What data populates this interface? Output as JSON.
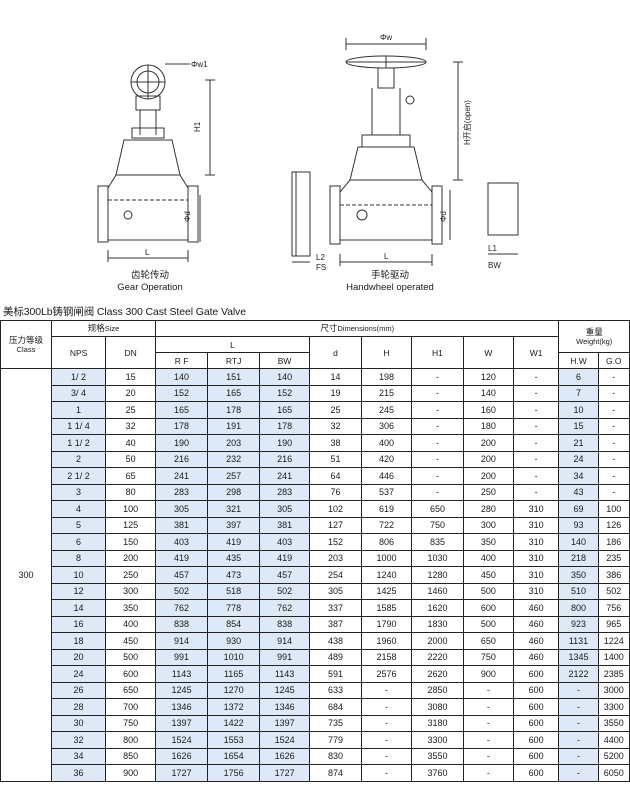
{
  "drawings": {
    "gear": {
      "caption_cn": "齿轮传动",
      "caption_en": "Gear Operation",
      "dim_w1": "Φw1",
      "dim_h1": "H1",
      "dim_d": "Φd",
      "dim_l": "L"
    },
    "hand": {
      "caption_cn": "手轮驱动",
      "caption_en": "Handwheel operated",
      "dim_w": "Φw",
      "dim_h": "H开启(open)",
      "dim_d": "Φd",
      "dim_l": "L",
      "dim_l2": "L2",
      "dim_fs": "FS",
      "dim_l1": "L1",
      "dim_bw": "BW"
    }
  },
  "table_title": "美标300Lb铸钢闸阀 Class 300 Cast Steel Gate Valve",
  "table": {
    "class_header_cn": "压力等级",
    "class_header_en": "Class",
    "size_header_cn": "规格",
    "size_header_en": "Size",
    "dims_header_cn": "尺寸",
    "dims_header_en": "Dimensions(mm)",
    "weight_header_cn": "重量",
    "weight_header_en": "Weight(kg)",
    "col_nps": "NPS",
    "col_dn": "DN",
    "col_l": "L",
    "col_rf": "R F",
    "col_rtj": "RTJ",
    "col_bw": "BW",
    "col_d": "d",
    "col_h": "H",
    "col_h1": "H1",
    "col_w": "W",
    "col_w1": "W1",
    "col_hw": "H.W",
    "col_go": "G.O",
    "class_value": "300",
    "rows": [
      [
        "1/ 2",
        "15",
        "140",
        "151",
        "140",
        "14",
        "198",
        "-",
        "120",
        "-",
        "6",
        "-"
      ],
      [
        "3/ 4",
        "20",
        "152",
        "165",
        "152",
        "19",
        "215",
        "-",
        "140",
        "-",
        "7",
        "-"
      ],
      [
        "1",
        "25",
        "165",
        "178",
        "165",
        "25",
        "245",
        "-",
        "160",
        "-",
        "10",
        "-"
      ],
      [
        "1  1/ 4",
        "32",
        "178",
        "191",
        "178",
        "32",
        "306",
        "-",
        "180",
        "-",
        "15",
        "-"
      ],
      [
        "1  1/ 2",
        "40",
        "190",
        "203",
        "190",
        "38",
        "400",
        "-",
        "200",
        "-",
        "21",
        "-"
      ],
      [
        "2",
        "50",
        "216",
        "232",
        "216",
        "51",
        "420",
        "-",
        "200",
        "-",
        "24",
        "-"
      ],
      [
        "2  1/ 2",
        "65",
        "241",
        "257",
        "241",
        "64",
        "446",
        "-",
        "200",
        "-",
        "34",
        "-"
      ],
      [
        "3",
        "80",
        "283",
        "298",
        "283",
        "76",
        "537",
        "-",
        "250",
        "-",
        "43",
        "-"
      ],
      [
        "4",
        "100",
        "305",
        "321",
        "305",
        "102",
        "619",
        "650",
        "280",
        "310",
        "69",
        "100"
      ],
      [
        "5",
        "125",
        "381",
        "397",
        "381",
        "127",
        "722",
        "750",
        "300",
        "310",
        "93",
        "126"
      ],
      [
        "6",
        "150",
        "403",
        "419",
        "403",
        "152",
        "806",
        "835",
        "350",
        "310",
        "140",
        "186"
      ],
      [
        "8",
        "200",
        "419",
        "435",
        "419",
        "203",
        "1000",
        "1030",
        "400",
        "310",
        "218",
        "235"
      ],
      [
        "10",
        "250",
        "457",
        "473",
        "457",
        "254",
        "1240",
        "1280",
        "450",
        "310",
        "350",
        "386"
      ],
      [
        "12",
        "300",
        "502",
        "518",
        "502",
        "305",
        "1425",
        "1460",
        "500",
        "310",
        "510",
        "502"
      ],
      [
        "14",
        "350",
        "762",
        "778",
        "762",
        "337",
        "1585",
        "1620",
        "600",
        "460",
        "800",
        "756"
      ],
      [
        "16",
        "400",
        "838",
        "854",
        "838",
        "387",
        "1790",
        "1830",
        "500",
        "460",
        "923",
        "965"
      ],
      [
        "18",
        "450",
        "914",
        "930",
        "914",
        "438",
        "1960",
        "2000",
        "650",
        "460",
        "1131",
        "1224"
      ],
      [
        "20",
        "500",
        "991",
        "1010",
        "991",
        "489",
        "2158",
        "2220",
        "750",
        "460",
        "1345",
        "1400"
      ],
      [
        "24",
        "600",
        "1143",
        "1165",
        "1143",
        "591",
        "2576",
        "2620",
        "900",
        "600",
        "2122",
        "2385"
      ],
      [
        "26",
        "650",
        "1245",
        "1270",
        "1245",
        "633",
        "-",
        "2850",
        "-",
        "600",
        "-",
        "3000"
      ],
      [
        "28",
        "700",
        "1346",
        "1372",
        "1346",
        "684",
        "-",
        "3080",
        "-",
        "600",
        "-",
        "3300"
      ],
      [
        "30",
        "750",
        "1397",
        "1422",
        "1397",
        "735",
        "-",
        "3180",
        "-",
        "600",
        "-",
        "3550"
      ],
      [
        "32",
        "800",
        "1524",
        "1553",
        "1524",
        "779",
        "-",
        "3300",
        "-",
        "600",
        "-",
        "4400"
      ],
      [
        "34",
        "850",
        "1626",
        "1654",
        "1626",
        "830",
        "-",
        "3550",
        "-",
        "600",
        "-",
        "5200"
      ],
      [
        "36",
        "900",
        "1727",
        "1756",
        "1727",
        "874",
        "-",
        "3760",
        "-",
        "600",
        "-",
        "6050"
      ]
    ]
  }
}
